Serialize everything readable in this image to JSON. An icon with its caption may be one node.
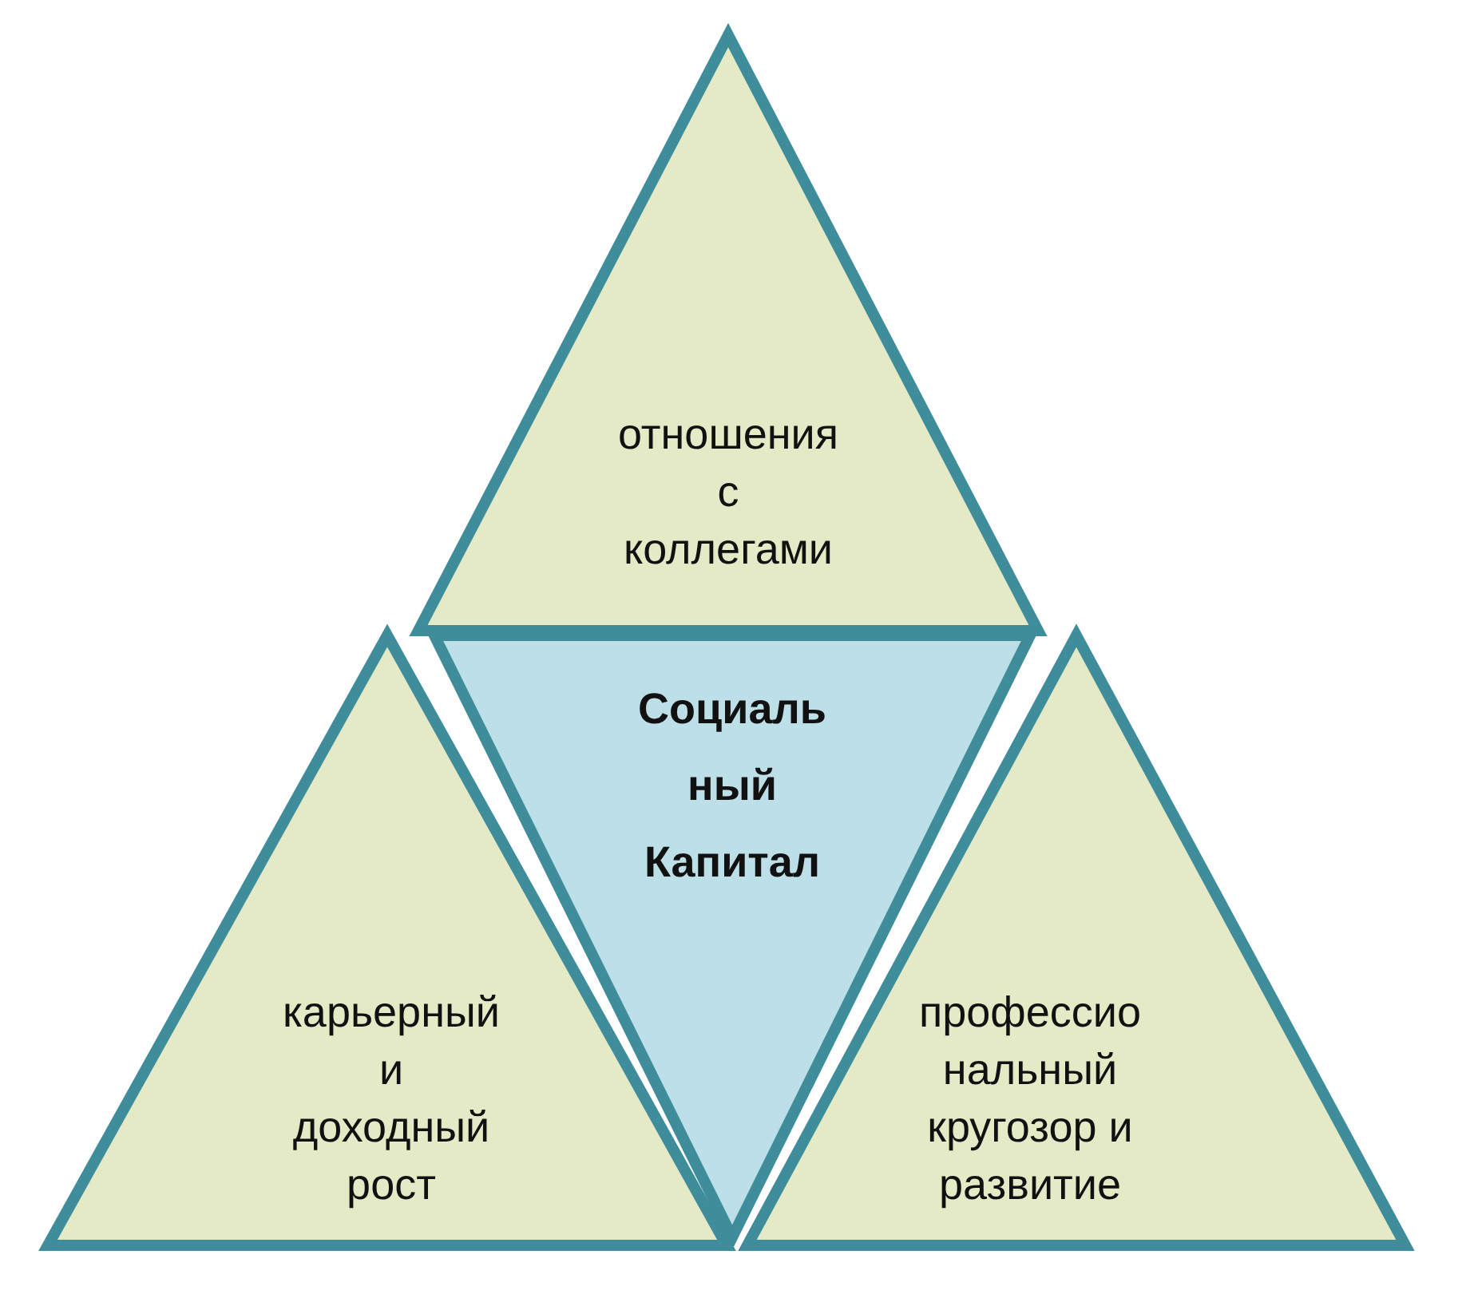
{
  "diagram": {
    "nodes": [
      {
        "text": [
          "отношения с коллегами"
        ]
      },
      {
        "text": [
          "Социаль ный Капитал"
        ]
      },
      {
        "text": [
          "карьерный и доходный рост"
        ]
      },
      {
        "text": [
          "профессио нальный кругозор и развитие"
        ]
      }
    ]
  }
}
